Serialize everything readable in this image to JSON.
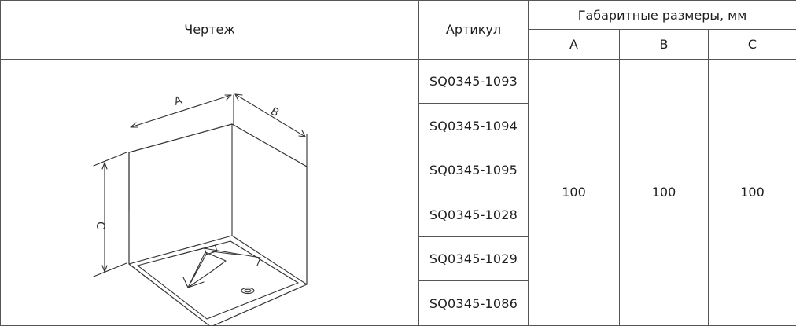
{
  "headers": {
    "drawing": "Чертеж",
    "article": "Артикул",
    "dimensions": "Габаритные размеры, мм",
    "dim_a": "A",
    "dim_b": "B",
    "dim_c": "C"
  },
  "drawing_labels": {
    "a": "A",
    "b": "B",
    "c": "C"
  },
  "rows": [
    {
      "article": "SQ0345-1093"
    },
    {
      "article": "SQ0345-1094"
    },
    {
      "article": "SQ0345-1095"
    },
    {
      "article": "SQ0345-1028"
    },
    {
      "article": "SQ0345-1029"
    },
    {
      "article": "SQ0345-1086"
    }
  ],
  "values": {
    "a": "100",
    "b": "100",
    "c": "100"
  }
}
